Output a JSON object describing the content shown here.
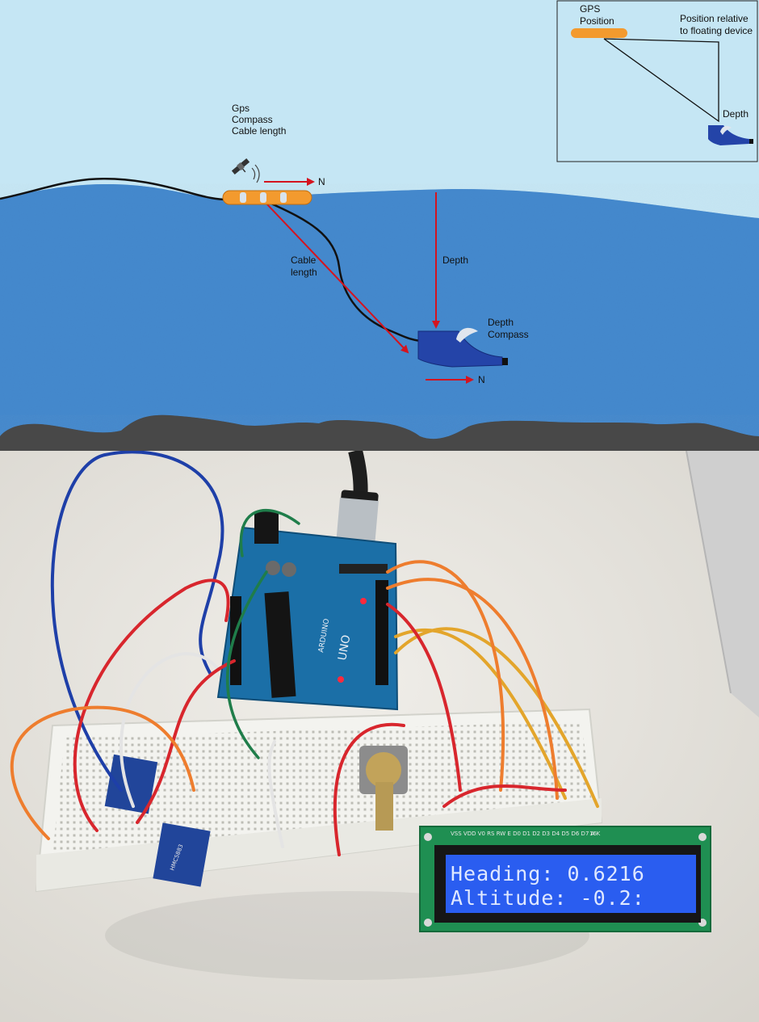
{
  "diagram": {
    "float_labels": [
      "Gps",
      "Compass",
      "Cable length"
    ],
    "north_label": "N",
    "cable_label_lines": [
      "Cable",
      "length"
    ],
    "depth_label": "Depth",
    "sub_labels": [
      "Depth",
      "Compass"
    ],
    "sub_north_label": "N",
    "inset": {
      "gps_lines": [
        "GPS",
        "Position"
      ],
      "relative_lines": [
        "Position relative",
        "to floating device"
      ],
      "depth_label": "Depth"
    }
  },
  "photo": {
    "lcd_line1": "Heading: 0.6216",
    "lcd_line2": "Altitude: -0.2:",
    "board_logo": "UNO",
    "board_brand": "ARDUINO",
    "sensor_label": "HMC5883",
    "lcd_pin_labels": "VSS VDD V0 RS RW E D0 D1 D2 D3 D4 D5 D6 D7 A K",
    "lcd_pin_number": "16"
  },
  "colors": {
    "sky": "#c5e6f4",
    "water": "#3f83c9",
    "seabed": "#2a2a2a",
    "float": "#f39a2e",
    "submarine": "#2444a8",
    "arrow": "#d4141f",
    "lcd_bg": "#2a5df0",
    "lcd_board": "#1f8f52",
    "arduino": "#1b6fa7",
    "breadboard": "#f3f3ef",
    "photo_bg": "#e6e4df"
  }
}
